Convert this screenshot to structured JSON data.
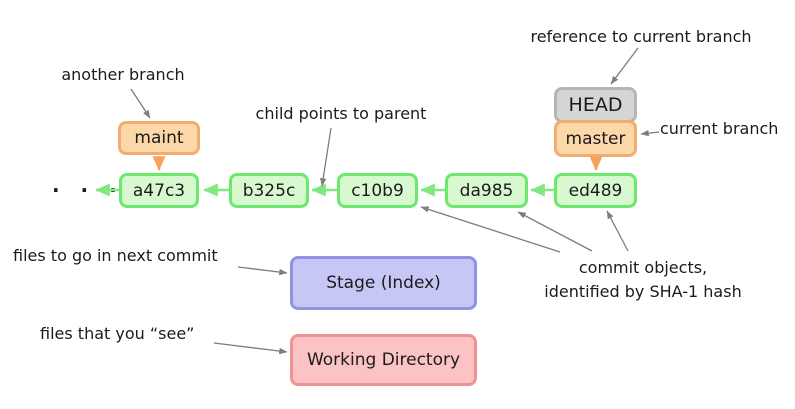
{
  "colors": {
    "background": "#ffffff",
    "text": "#1b1b1b",
    "commit_fill": "#d8f8d0",
    "commit_border": "#6ce86c",
    "commit_arrow": "#7fe87f",
    "branch_fill": "#fcd8a8",
    "branch_border": "#f2ac72",
    "branch_arrow": "#f5a25a",
    "head_fill": "#d5d5d5",
    "head_border": "#b6b6b6",
    "stage_fill": "#c6c7f4",
    "stage_border": "#9193e4",
    "workdir_fill": "#fbc3c3",
    "workdir_border": "#f09292",
    "annotation_arrow": "#7d7d7d"
  },
  "ellipsis": "· · ·",
  "head": {
    "label": "HEAD"
  },
  "branches": {
    "maint": "maint",
    "master": "master"
  },
  "commits": [
    "a47c3",
    "b325c",
    "c10b9",
    "da985",
    "ed489"
  ],
  "annotations": {
    "another_branch": "another branch",
    "child_points_to_parent": "child points to parent",
    "reference_to_current_branch": "reference to current branch",
    "current_branch": "current branch",
    "commit_objects_line1": "commit objects,",
    "commit_objects_line2": "identified by SHA-1 hash",
    "files_to_go_in_next_commit": "files to go in next commit",
    "files_that_you_see": "files that you “see”"
  },
  "areas": {
    "stage": "Stage (Index)",
    "working_directory": "Working Directory"
  }
}
